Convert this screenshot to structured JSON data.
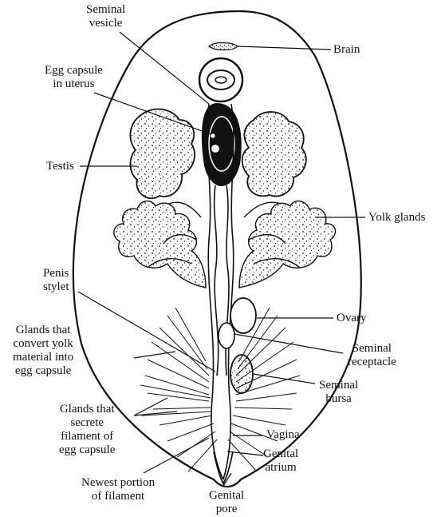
{
  "labels": {
    "seminal_vesicle": "Seminal\nvesicle",
    "brain": "Brain",
    "egg_capsule_in_uterus": "Egg capsule\nin uterus",
    "testis": "Testis",
    "yolk_glands": "Yolk glands",
    "penis_stylet": "Penis\nstylet",
    "ovary": "Ovary",
    "glands_convert_yolk": "Glands that\nconvert yolk\nmaterial into\negg capsule",
    "seminal_receptacle": "Seminal\nreceptacle",
    "seminal_bursa": "Seminal\nbursa",
    "glands_secrete_filament": "Glands that\nsecrete\nfilament of\negg capsule",
    "vagina": "Vagina",
    "genital_atrium": "Genital\natrium",
    "newest_portion_of_filament": "Newest portion\nof filament",
    "genital_pore": "Genital\npore"
  },
  "colors": {
    "ink": "#111111",
    "paper": "#ffffff"
  }
}
